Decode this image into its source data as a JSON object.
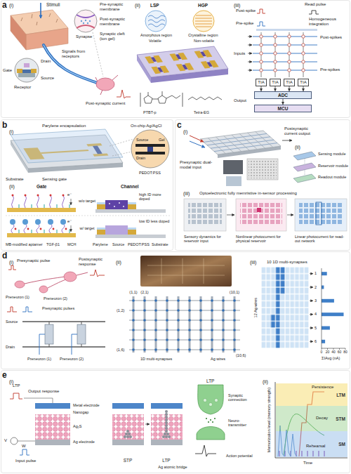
{
  "diagram": {
    "nodes": [
      {
        "text": [
          "TIA"
        ]
      },
      {
        "text": [
          "TIA"
        ]
      },
      {
        "text": [
          "TIA"
        ]
      },
      {
        "text": [
          "TIA"
        ]
      },
      {
        "text": [
          "ADC"
        ]
      },
      {
        "text": [
          "MCU"
        ]
      },
      {
        "text": [
          "LTM"
        ]
      },
      {
        "text": [
          "STM"
        ]
      },
      {
        "text": [
          "SM"
        ]
      }
    ],
    "edges": [
      {
        "from": 0,
        "to": 4,
        "arrow": "to"
      },
      {
        "from": 1,
        "to": 4,
        "arrow": "to"
      },
      {
        "from": 2,
        "to": 4,
        "arrow": "to"
      },
      {
        "from": 3,
        "to": 4,
        "arrow": "to"
      },
      {
        "from": 4,
        "to": 5,
        "arrow": "to"
      }
    ],
    "labels": [
      "a",
      "(i)",
      "Stimuli",
      "Pre-synaptic membrane",
      "Post-synaptic membrane",
      "Synaptic cleft (ion gel)",
      "Synapse",
      "Drain",
      "Gate",
      "Source",
      "Receptor",
      "Signals from receptors",
      "Post-synaptic current",
      "(ii)",
      "LSP",
      "HGP",
      "Amorphous region",
      "Volatile",
      "Crystalline region",
      "Non-volatile",
      "PTBT-p",
      "Tetra-EG",
      "(iii)",
      "Post-spike",
      "Pre-spike",
      "Read pulse",
      "Homogeneous integration",
      "Inputs",
      "Post-spikes",
      "Pre-spikes",
      "Output",
      "b",
      "(i)",
      "Parylene encapsulation",
      "On-chip Ag/AgCl",
      "Source",
      "Drain",
      "Gel",
      "PEDOT:PSS",
      "Substrate",
      "Sensing gate",
      "(ii)",
      "Gate",
      "Channel",
      "w/o target",
      "w/ target",
      "e⁻",
      "e⁻",
      "high ID more doped",
      "low ID less doped",
      "MB-modified aptamer",
      "TGF-β1",
      "MCH",
      "Parylene",
      "Source",
      "PEDOT:PSS",
      "Substrate",
      "c",
      "(i)",
      "Presynaptic dual-modal input",
      "Postsynaptic current output",
      "(ii)",
      "Sensing module",
      "Reservoir module",
      "Readout module",
      "(iii)",
      "Optoelectronic fully memristive in-sensor processing",
      "Sensory dynamics for reservoir input",
      "Nonlinear photocurrent for physical reservoir",
      "Linear photocurrent for read-out network",
      "d",
      "(i)",
      "Presynaptic pulse",
      "Postsynaptic response",
      "Preneuron (1)",
      "Preneuron (2)",
      "Presynaptic pulses",
      "Source",
      "Drain",
      "Preneuron (1)",
      "Preneuron (2)",
      "(ii)",
      "(1,1)",
      "(2,1)",
      "(10,1)",
      "(1,2)",
      "(1,6)",
      "(10,6)",
      "1D multi-synapses",
      "Ag wires",
      "(iii)",
      "10 1D multi-synapses",
      "12 Ag wires",
      "1",
      "2",
      "3",
      "4",
      "5",
      "6",
      "0",
      "20",
      "40",
      "60",
      "80",
      "ΣIAvg (nA)",
      "e",
      "(i)",
      "LTP",
      "Output response",
      "Metal electrode",
      "Nanogap",
      "Ag₂S",
      "Ag electrode",
      "V",
      "W",
      "Input pulse",
      "STP",
      "LTP",
      "Ag atomic bridge",
      "LTP",
      "Synaptic connection",
      "Neuro-transmitter",
      "Action potential",
      "(ii)",
      "Memorization level (memory strength)",
      "Time",
      "Persistence",
      "Decay",
      "Rehearsal"
    ]
  }
}
